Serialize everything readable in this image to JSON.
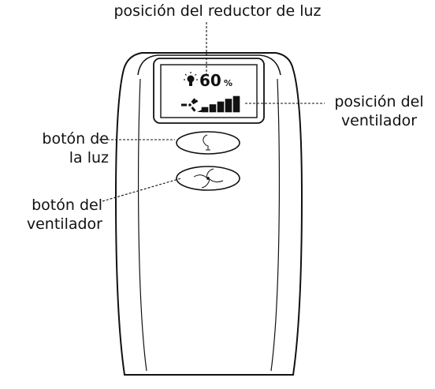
{
  "callouts": {
    "dimmer_position": "posición del reductor de luz",
    "fan_position": [
      "posición del",
      "ventilador"
    ],
    "light_button": [
      "botón de",
      "la luz"
    ],
    "fan_button": [
      "botón del",
      "ventilador"
    ]
  },
  "lcd": {
    "light_level_value": "60",
    "light_level_unit": "%",
    "fan_speed_bars_lit": 5,
    "fan_speed_bars_total": 5
  },
  "colors": {
    "line": "#111111",
    "background": "#ffffff"
  },
  "icons": [
    "light-bulb-icon",
    "fan-icon",
    "light-button-icon",
    "fan-button-icon"
  ]
}
